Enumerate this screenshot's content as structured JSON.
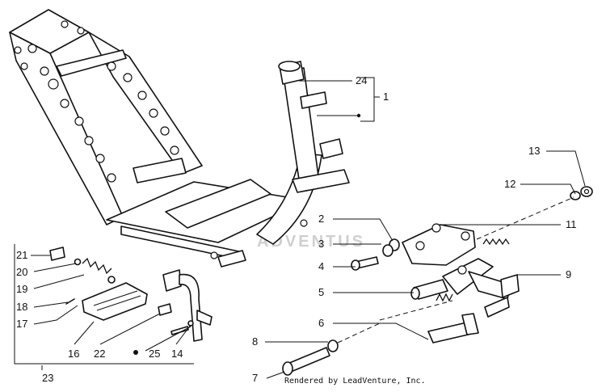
{
  "watermark": "ADVENTUS",
  "credit": "Rendered by LeadVenture, Inc.",
  "callouts": {
    "c1": "1",
    "c2": "2",
    "c3": "3",
    "c4": "4",
    "c5": "5",
    "c6": "6",
    "c7": "7",
    "c8": "8",
    "c9": "9",
    "c11": "11",
    "c12": "12",
    "c13": "13",
    "c14": "14",
    "c16": "16",
    "c17": "17",
    "c18": "18",
    "c19": "19",
    "c20": "20",
    "c21": "21",
    "c22": "22",
    "c23": "23",
    "c24": "24",
    "c25": "25"
  }
}
